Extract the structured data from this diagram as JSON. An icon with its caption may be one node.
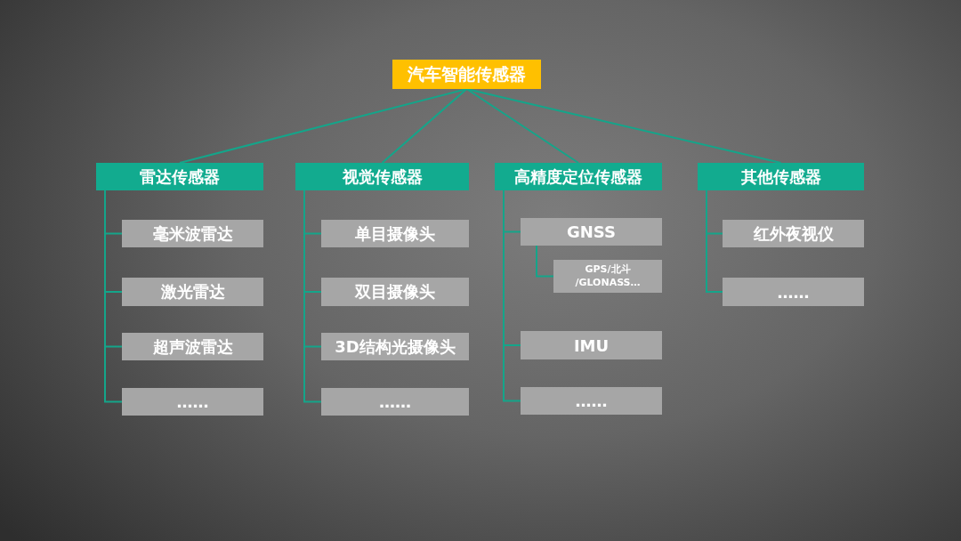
{
  "diagram": {
    "nodes": [
      {
        "text": [
          "汽车智能传感器"
        ]
      },
      {
        "text": [
          "雷达传感器"
        ]
      },
      {
        "text": [
          "毫米波雷达"
        ]
      },
      {
        "text": [
          "激光雷达"
        ]
      },
      {
        "text": [
          "超声波雷达"
        ]
      },
      {
        "text": [
          "……"
        ]
      },
      {
        "text": [
          "视觉传感器"
        ]
      },
      {
        "text": [
          "单目摄像头"
        ]
      },
      {
        "text": [
          "双目摄像头"
        ]
      },
      {
        "text": [
          "3D结构光摄像头"
        ]
      },
      {
        "text": [
          "……"
        ]
      },
      {
        "text": [
          "高精度定位传感器"
        ]
      },
      {
        "text": [
          "GNSS"
        ]
      },
      {
        "text": [
          "GPS/北斗 /GLONASS…"
        ]
      },
      {
        "text": [
          "IMU"
        ]
      },
      {
        "text": [
          "……"
        ]
      },
      {
        "text": [
          "其他传感器"
        ]
      },
      {
        "text": [
          "红外夜视仪"
        ]
      },
      {
        "text": [
          "……"
        ]
      }
    ],
    "edges": [
      {
        "from": 0,
        "to": 1,
        "arrow": "none"
      },
      {
        "from": 0,
        "to": 6,
        "arrow": "none"
      },
      {
        "from": 0,
        "to": 11,
        "arrow": "none"
      },
      {
        "from": 0,
        "to": 16,
        "arrow": "none"
      },
      {
        "from": 1,
        "to": 2,
        "arrow": "none"
      },
      {
        "from": 1,
        "to": 3,
        "arrow": "none"
      },
      {
        "from": 1,
        "to": 4,
        "arrow": "none"
      },
      {
        "from": 1,
        "to": 5,
        "arrow": "none"
      },
      {
        "from": 6,
        "to": 7,
        "arrow": "none"
      },
      {
        "from": 6,
        "to": 8,
        "arrow": "none"
      },
      {
        "from": 6,
        "to": 9,
        "arrow": "none"
      },
      {
        "from": 6,
        "to": 10,
        "arrow": "none"
      },
      {
        "from": 11,
        "to": 12,
        "arrow": "none"
      },
      {
        "from": 12,
        "to": 13,
        "arrow": "none"
      },
      {
        "from": 11,
        "to": 14,
        "arrow": "none"
      },
      {
        "from": 11,
        "to": 15,
        "arrow": "none"
      },
      {
        "from": 16,
        "to": 17,
        "arrow": "none"
      },
      {
        "from": 16,
        "to": 18,
        "arrow": "none"
      }
    ]
  }
}
